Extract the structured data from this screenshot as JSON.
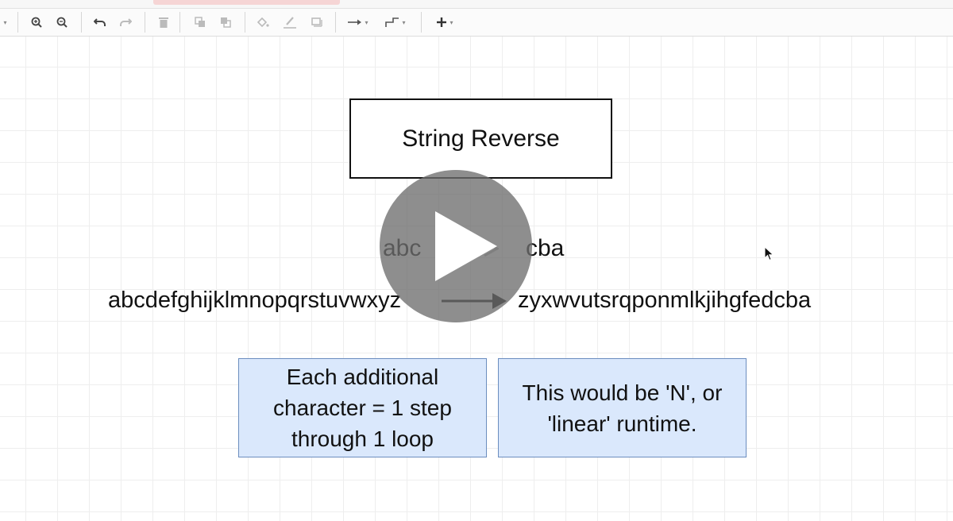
{
  "toolbar": {
    "items": [
      {
        "name": "zoom-in-icon",
        "glyph": "⊕"
      },
      {
        "name": "zoom-out-icon",
        "glyph": "⊖"
      },
      {
        "name": "undo-icon",
        "glyph": "↶"
      },
      {
        "name": "redo-icon",
        "glyph": "↷"
      },
      {
        "name": "delete-icon",
        "glyph": "🗑"
      },
      {
        "name": "to-front-icon",
        "glyph": "⧉"
      },
      {
        "name": "to-back-icon",
        "glyph": "⧉"
      },
      {
        "name": "fill-color-icon",
        "glyph": "◈"
      },
      {
        "name": "line-color-icon",
        "glyph": "✎"
      },
      {
        "name": "shadow-icon",
        "glyph": "▭"
      },
      {
        "name": "connection-icon",
        "glyph": "→"
      },
      {
        "name": "waypoints-icon",
        "glyph": "⌐"
      },
      {
        "name": "insert-icon",
        "glyph": "+"
      }
    ]
  },
  "diagram": {
    "title": "String Reverse",
    "small_input": "abc",
    "small_output": "cba",
    "long_input": "abcdefghijklmnopqrstuvwxyz",
    "long_output": "zyxwvutsrqponmlkjihgfedcba",
    "note_left": "Each additional character = 1 step through 1 loop",
    "note_right": "This would be 'N', or 'linear' runtime."
  },
  "colors": {
    "note_fill": "#dae8fc",
    "note_border": "#6c8ebf",
    "play_overlay": "#6e6e6e"
  }
}
